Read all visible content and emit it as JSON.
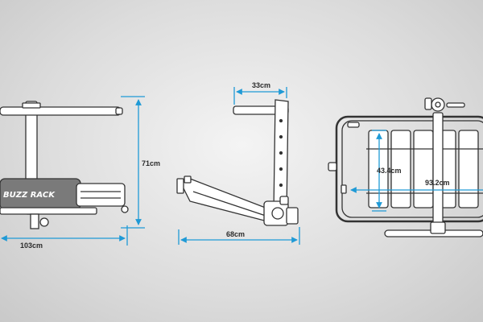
{
  "colors": {
    "background": "#d9d9d9",
    "dimension_line": "#1f9ad6",
    "outline": "#333333",
    "part_fill": "#ffffff",
    "logo_band": "#7a7a7a"
  },
  "brand_logo_text": "BUZZ RACK",
  "dimensions": {
    "front_width": "103cm",
    "front_height": "71cm",
    "side_arm": "33cm",
    "side_length": "68cm",
    "top_platform_depth": "43.4cm",
    "top_platform_width": "93.2cm"
  }
}
